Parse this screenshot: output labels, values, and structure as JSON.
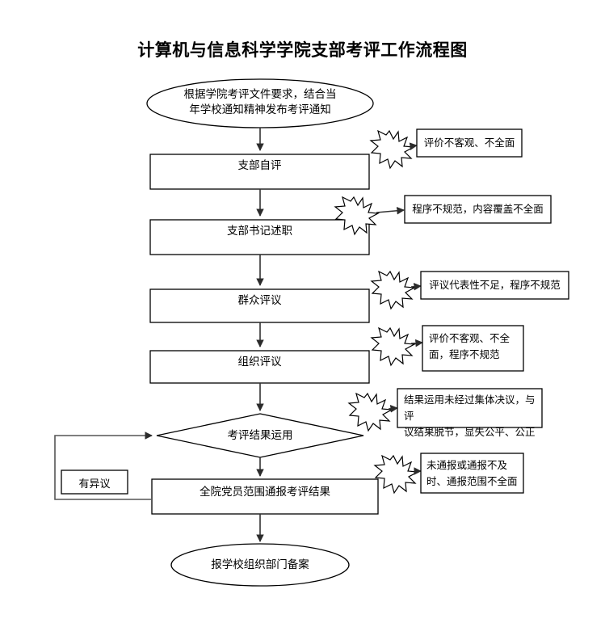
{
  "document": {
    "title": "计算机与信息科学学院支部考评工作流程图"
  },
  "flowchart": {
    "type": "process-flow-diagram",
    "orientation": "top-to-bottom",
    "nodes": [
      {
        "id": "start-oval",
        "shape": "ellipse",
        "label": "根据学院考评文件要求，结合当\n年学校通知精神发布考评通知"
      },
      {
        "id": "step-self-eval",
        "shape": "rectangle",
        "label": "支部自评"
      },
      {
        "id": "step-secretary-report",
        "shape": "rectangle",
        "label": "支部书记述职"
      },
      {
        "id": "step-mass-review",
        "shape": "rectangle",
        "label": "群众评议"
      },
      {
        "id": "step-organization-review",
        "shape": "rectangle",
        "label": "组织评议"
      },
      {
        "id": "decision-result-use",
        "shape": "diamond",
        "label": "考评结果运用"
      },
      {
        "id": "step-announce-result",
        "shape": "rectangle",
        "label": "全院党员范围通报考评结果"
      },
      {
        "id": "end-oval",
        "shape": "ellipse",
        "label": "报学校组织部门备案"
      }
    ],
    "loop_label": "有异议",
    "risk_callouts": [
      {
        "id": "risk-self-eval",
        "attached_to": "step-self-eval",
        "text": "评价不客观、不全面"
      },
      {
        "id": "risk-secretary-report",
        "attached_to": "step-secretary-report",
        "text": "程序不规范，内容覆盖不全面"
      },
      {
        "id": "risk-mass-review",
        "attached_to": "step-mass-review",
        "text": "评议代表性不足，程序不规范"
      },
      {
        "id": "risk-organization-review",
        "attached_to": "step-organization-review",
        "text": "评价不客观、不全\n面，程序不规范"
      },
      {
        "id": "risk-result-use",
        "attached_to": "decision-result-use",
        "text": "结果运用未经过集体决议，与评\n议结果脱节，显失公平、公正"
      },
      {
        "id": "risk-announce-result",
        "attached_to": "step-announce-result",
        "text": "未通报或通报不及\n时、通报范围不全面"
      }
    ],
    "colors": {
      "stroke": "#000000",
      "background": "#ffffff",
      "text": "#000000"
    }
  }
}
